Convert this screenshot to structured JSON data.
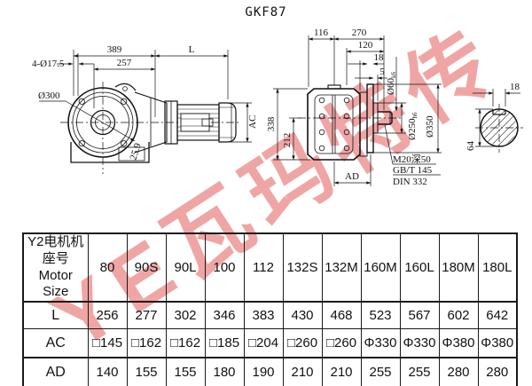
{
  "title": "GKF87",
  "watermark": {
    "text": "YE瓦玛特传",
    "color": "#e14b4b"
  },
  "drawing": {
    "front_view": {
      "dim_total_width": "389",
      "dim_motor_length": "L",
      "dim_inner_width": "257",
      "holes_note": "4-Ø17.5",
      "flange_dia": "Ø300",
      "dim_corner": "25.9",
      "dim_motor_dia": "AC"
    },
    "side_view": {
      "dim_116": "116",
      "dim_270": "270",
      "dim_120": "120",
      "dim_18": "18",
      "dim_5": "5",
      "shaft_dia": "Ø60",
      "shaft_tol": "k6",
      "spigot_dia": "Ø250",
      "spigot_tol": "h6",
      "flange_dia": "Ø350",
      "dim_height": "338",
      "dim_center_height": "212",
      "dim_ad": "AD",
      "thread_note_1": "M20深50",
      "thread_note_2": "GB/T 145",
      "thread_note_3": "DIN 332"
    },
    "shaft_section": {
      "key_width": "18",
      "key_height": "64"
    }
  },
  "table": {
    "header": {
      "line1": "Y2电机机座号",
      "line2": "Motor Size"
    },
    "columns": [
      "80",
      "90S",
      "90L",
      "100",
      "112",
      "132S",
      "132M",
      "160M",
      "160L",
      "180M",
      "180L"
    ],
    "rows": [
      {
        "label": "L",
        "values": [
          "256",
          "277",
          "302",
          "346",
          "383",
          "430",
          "468",
          "523",
          "567",
          "602",
          "642"
        ]
      },
      {
        "label": "AC",
        "values": [
          "□145",
          "□162",
          "□162",
          "□185",
          "□204",
          "□260",
          "□260",
          "Φ330",
          "Φ330",
          "Φ380",
          "Φ380"
        ]
      },
      {
        "label": "AD",
        "values": [
          "140",
          "155",
          "155",
          "180",
          "190",
          "210",
          "210",
          "255",
          "255",
          "280",
          "280"
        ]
      }
    ]
  }
}
